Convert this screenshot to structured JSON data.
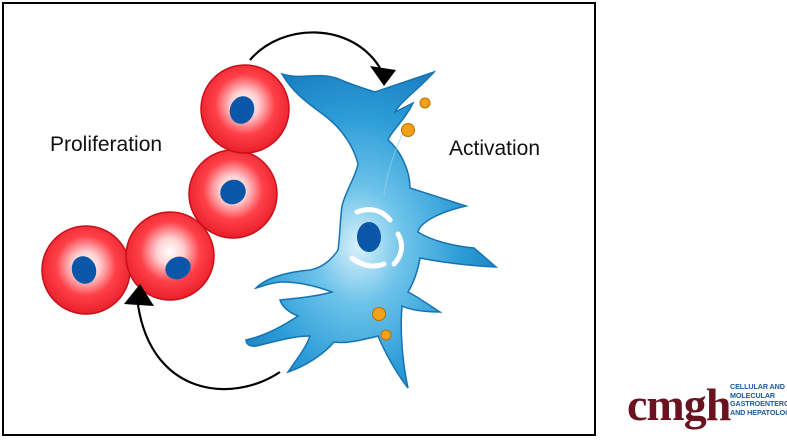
{
  "diagram": {
    "left_label": "Proliferation",
    "right_label": "Activation"
  },
  "logo": {
    "wordmark": "cmgh",
    "tagline": [
      "CELLULAR AND",
      "MOLECULAR",
      "GASTROENTEROLOGY",
      "AND HEPATOLOGY"
    ]
  },
  "colors": {
    "cell_red": "#e8202a",
    "nucleus_blue": "#0a56a8",
    "stellate_blue": "#2a9bd6",
    "droplet_orange": "#f5a01a",
    "logo_maroon": "#6b1220",
    "logo_blue": "#1b5aa0"
  }
}
